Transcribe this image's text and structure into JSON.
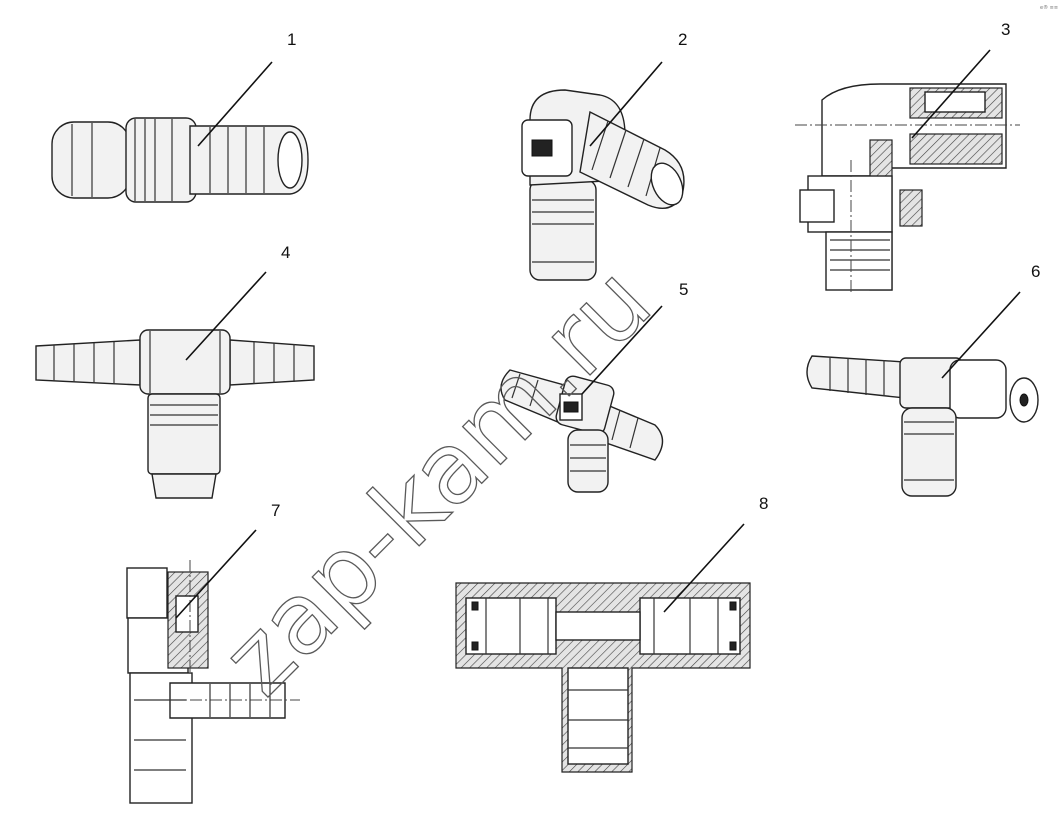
{
  "labels": [
    "1",
    "2",
    "3",
    "4",
    "5",
    "6",
    "7",
    "8"
  ],
  "watermark": "zap-kam.ru",
  "corner_mark": "e® ≡≡"
}
